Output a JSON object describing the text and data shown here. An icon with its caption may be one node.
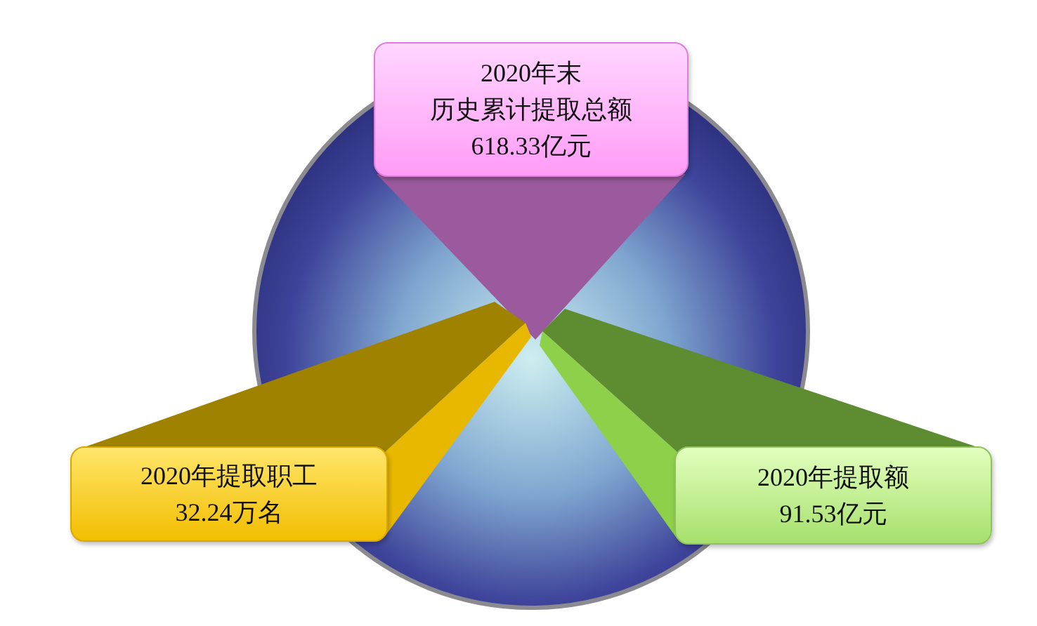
{
  "diagram": {
    "nodes": [
      {
        "text": [
          "2020年末",
          "历史累计提取总额",
          "618.33亿元"
        ]
      },
      {
        "text": [
          "2020年提取职工",
          "32.24万名"
        ]
      },
      {
        "text": [
          "2020年提取额",
          "91.53亿元"
        ]
      }
    ]
  }
}
